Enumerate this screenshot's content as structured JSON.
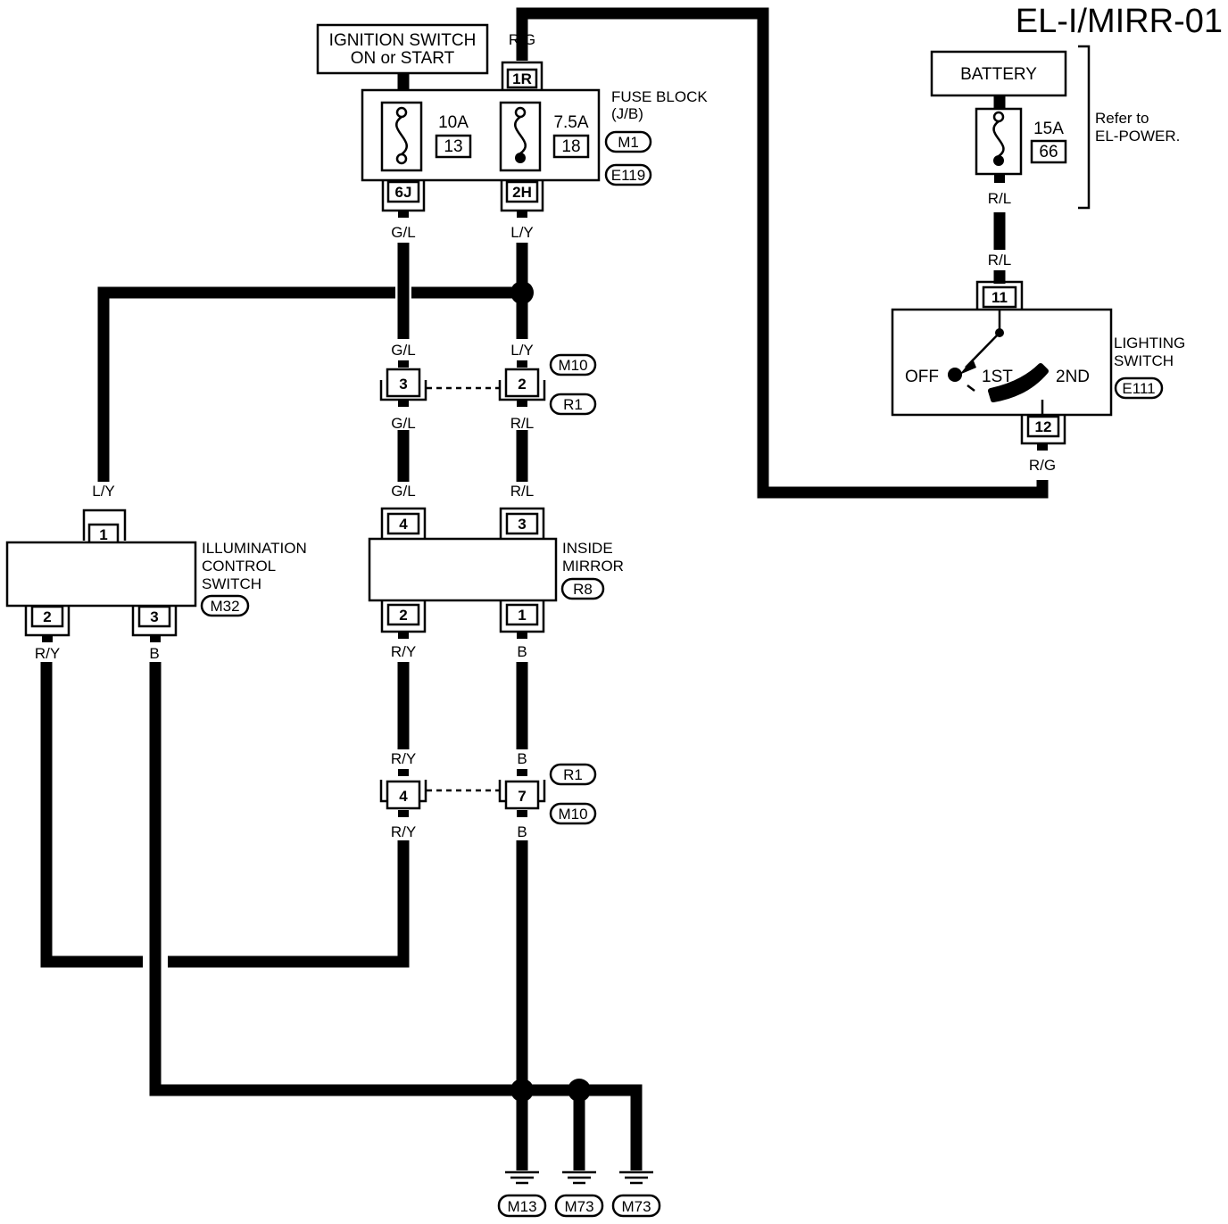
{
  "page_id": "EL-I/MIRR-01",
  "components": {
    "ignition_switch": [
      "IGNITION SWITCH",
      "ON or START"
    ],
    "fuse_block": {
      "name": [
        "FUSE BLOCK",
        "(J/B)"
      ],
      "connectors": [
        "M1",
        "E119"
      ],
      "fuses": [
        {
          "amps": "10A",
          "number": "13"
        },
        {
          "amps": "7.5A",
          "number": "18"
        }
      ],
      "terminals": {
        "in_left": "1R",
        "out_left": "6J",
        "out_right": "2H"
      }
    },
    "battery": {
      "name": "BATTERY",
      "fuse": {
        "amps": "15A",
        "number": "66"
      },
      "note": [
        "Refer to",
        "EL-POWER."
      ]
    },
    "lighting_switch": {
      "name": [
        "LIGHTING",
        "SWITCH"
      ],
      "connector": "E111",
      "positions": [
        "OFF",
        "1ST",
        "2ND"
      ],
      "terminals": [
        "11",
        "12"
      ]
    },
    "inside_mirror": {
      "name": [
        "INSIDE",
        "MIRROR"
      ],
      "connector": "R8",
      "terminals": [
        "4",
        "3",
        "2",
        "1"
      ]
    },
    "illumination_control_switch": {
      "name": [
        "ILLUMINATION",
        "CONTROL",
        "SWITCH"
      ],
      "connector": "M32",
      "terminals": [
        "1",
        "2",
        "3"
      ]
    },
    "joint_connectors": {
      "upper": {
        "left_pin": "3",
        "right_pin": "2",
        "tags": [
          "M10",
          "R1"
        ]
      },
      "lower": {
        "left_pin": "4",
        "right_pin": "7",
        "tags": [
          "R1",
          "M10"
        ]
      }
    },
    "grounds": [
      "M13",
      "M73",
      "M73"
    ]
  },
  "wire_colors": {
    "rg": "R/G",
    "gl": "G/L",
    "ly": "L/Y",
    "rl": "R/L",
    "ry": "R/Y",
    "b": "B"
  }
}
